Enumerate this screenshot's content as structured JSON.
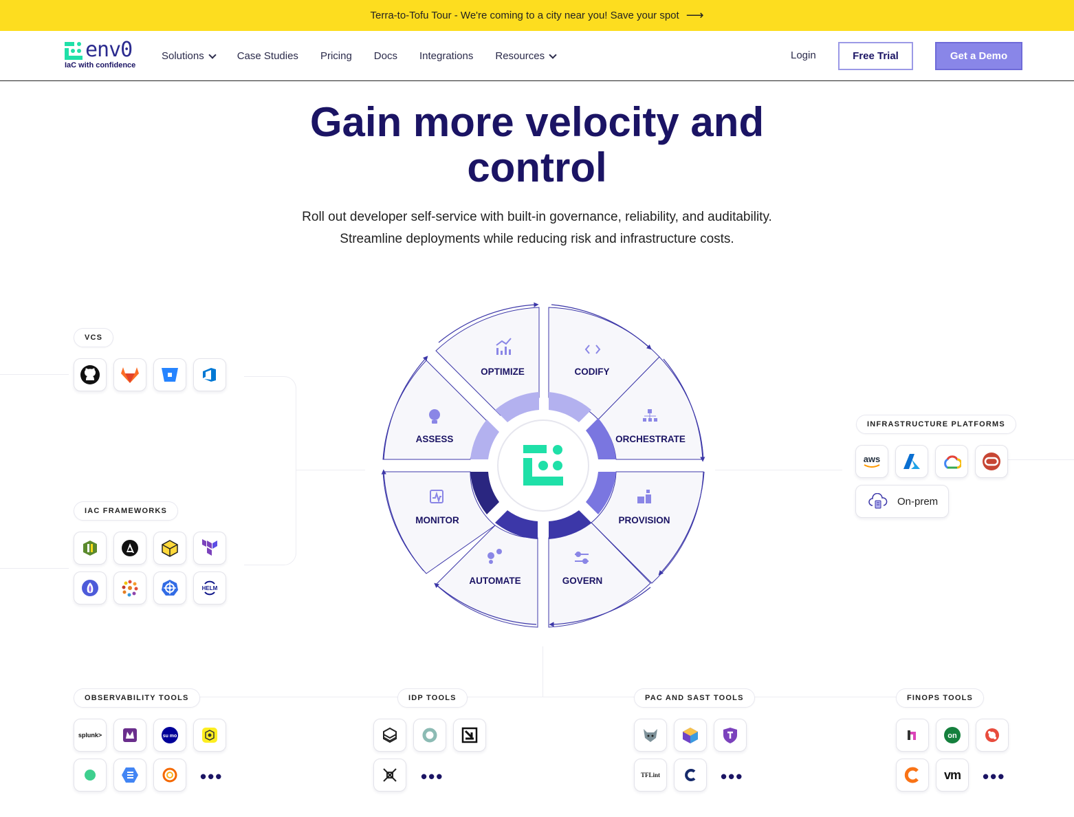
{
  "banner": {
    "text": "Terra-to-Tofu Tour - We're coming to a city near you! Save your spot",
    "arrow": "⟶"
  },
  "nav": {
    "logo_word": "env0",
    "logo_tagline": "IaC with confidence",
    "items": [
      "Solutions",
      "Case Studies",
      "Pricing",
      "Docs",
      "Integrations",
      "Resources"
    ],
    "login": "Login",
    "free_trial": "Free Trial",
    "get_demo": "Get a Demo"
  },
  "hero": {
    "title_line1": "Gain more velocity and",
    "title_line2": "control",
    "subtitle_line1": "Roll out developer self-service with built-in governance, reliability, and auditability.",
    "subtitle_line2": "Streamline deployments while reducing risk and infrastructure costs."
  },
  "wheel": {
    "segments": [
      "OPTIMIZE",
      "CODIFY",
      "ORCHESTRATE",
      "PROVISION",
      "GOVERN",
      "AUTOMATE",
      "MONITOR",
      "ASSESS"
    ],
    "colors": {
      "light": "#b3b1ef",
      "mid": "#7a76e0",
      "dark": "#3c37a8",
      "accent": "#1fe0a8"
    }
  },
  "groups": {
    "vcs": {
      "label": "VCS",
      "tiles": [
        "github-icon",
        "gitlab-icon",
        "bitbucket-icon",
        "azure-devops-icon"
      ]
    },
    "iac": {
      "label": "IAC FRAMEWORKS",
      "tiles": [
        "opentofu-icon",
        "ansible-icon",
        "cloudformation-icon",
        "terraform-icon",
        "pulumi-icon",
        "terragrunt-icon",
        "kubernetes-icon",
        "helm-icon"
      ]
    },
    "infra": {
      "label": "INFRASTRUCTURE PLATFORMS",
      "tiles": [
        "aws-icon",
        "azure-icon",
        "gcp-icon",
        "oracle-icon"
      ],
      "onprem": "On-prem"
    },
    "observability": {
      "label": "OBSERVABILITY TOOLS",
      "tiles": [
        "splunk-icon",
        "prometheus-icon",
        "sumo-logic-icon",
        "signoz-icon",
        "circle-icon",
        "logging-icon",
        "grafana-icon"
      ]
    },
    "idp": {
      "label": "IDP TOOLS",
      "tiles": [
        "backstage-icon",
        "port-icon",
        "cortex-icon",
        "spacelift-icon"
      ]
    },
    "pac": {
      "label": "PAC AND SAST TOOLS",
      "tiles": [
        "opa-icon",
        "checkov-icon",
        "tfsec-icon",
        "tflint-icon",
        "custom-icon"
      ]
    },
    "finops": {
      "label": "FINOPS TOOLS",
      "tiles": [
        "infracost-icon",
        "on-icon",
        "kubecost-icon",
        "cost-icon",
        "vmware-icon"
      ]
    }
  },
  "tile_text": {
    "aws": "aws",
    "splunk": "splunk>",
    "sumo": "su mo",
    "tflint": "TFLint",
    "vm": "vm",
    "on": "on",
    "helm": "HELM"
  },
  "more": "•••"
}
